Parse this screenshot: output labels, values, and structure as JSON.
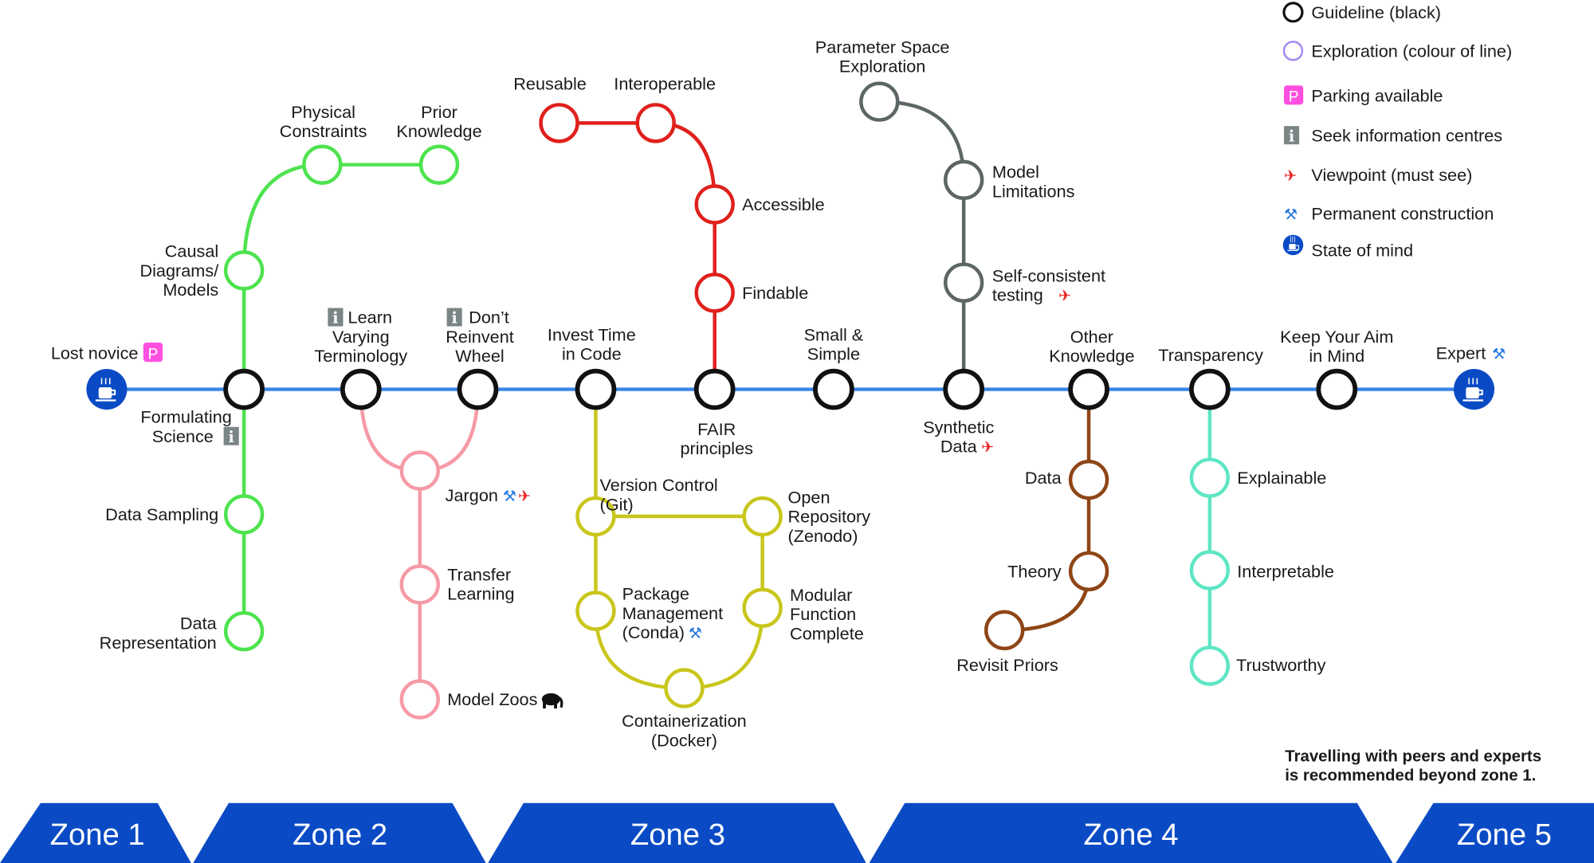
{
  "colors": {
    "main": "#3a86e8",
    "green": "#4ee34e",
    "pink": "#f59aa6",
    "yellow": "#c9c61c",
    "red": "#e0201c",
    "gray": "#5d6666",
    "brown": "#8e4516",
    "teal": "#5fe6c4",
    "zone": "#0a4bc5",
    "parking": "#ff4fe0",
    "info": "#7a8585",
    "viewpoint": "#ee2222",
    "construction": "#2a7be0"
  },
  "legend": [
    {
      "icon": "guideline-circle",
      "label": "Guideline (black)"
    },
    {
      "icon": "exploration-circle",
      "label": "Exploration (colour of line)"
    },
    {
      "icon": "parking",
      "label": "Parking available"
    },
    {
      "icon": "info",
      "label": "Seek information centres"
    },
    {
      "icon": "viewpoint",
      "label": "Viewpoint (must see)"
    },
    {
      "icon": "construction",
      "label": "Permanent construction"
    },
    {
      "icon": "state-of-mind",
      "label": "State of mind"
    }
  ],
  "stations": {
    "lost_novice": {
      "label": [
        "Lost novice"
      ],
      "icons": [
        "parking"
      ]
    },
    "formulating": {
      "label": [
        "Formulating",
        "Science"
      ],
      "icons": [
        "info"
      ]
    },
    "causal": {
      "label": [
        "Causal",
        "Diagrams/",
        "Models"
      ],
      "icons": []
    },
    "physical": {
      "label": [
        "Physical",
        "Constraints"
      ],
      "icons": []
    },
    "prior": {
      "label": [
        "Prior",
        "Knowledge"
      ],
      "icons": []
    },
    "sampling": {
      "label": [
        "Data Sampling"
      ],
      "icons": []
    },
    "representation": {
      "label": [
        "Data",
        "Representation"
      ],
      "icons": []
    },
    "learn": {
      "label": [
        "Learn",
        "Varying",
        "Terminology"
      ],
      "icons": [
        "info"
      ]
    },
    "reinvent": {
      "label": [
        "Don’t",
        "Reinvent",
        "Wheel"
      ],
      "icons": [
        "info"
      ]
    },
    "jargon": {
      "label": [
        "Jargon"
      ],
      "icons": [
        "construction",
        "viewpoint"
      ]
    },
    "transfer": {
      "label": [
        "Transfer",
        "Learning"
      ],
      "icons": []
    },
    "zoos": {
      "label": [
        "Model Zoos"
      ],
      "icons": [
        "elephant"
      ]
    },
    "invest": {
      "label": [
        "Invest Time",
        "in Code"
      ],
      "icons": []
    },
    "git": {
      "label": [
        "Version Control",
        "(Git)"
      ],
      "icons": []
    },
    "zenodo": {
      "label": [
        "Open",
        "Repository",
        "(Zenodo)"
      ],
      "icons": []
    },
    "conda": {
      "label": [
        "Package",
        "Management",
        "(Conda)"
      ],
      "icons": [
        "construction"
      ]
    },
    "modular": {
      "label": [
        "Modular",
        "Function",
        "Complete"
      ],
      "icons": []
    },
    "docker": {
      "label": [
        "Containerization",
        "(Docker)"
      ],
      "icons": []
    },
    "reusable": {
      "label": [
        "Reusable"
      ],
      "icons": []
    },
    "interoperable": {
      "label": [
        "Interoperable"
      ],
      "icons": []
    },
    "accessible": {
      "label": [
        "Accessible"
      ],
      "icons": []
    },
    "findable": {
      "label": [
        "Findable"
      ],
      "icons": []
    },
    "fair": {
      "label": [
        "FAIR",
        "principles"
      ],
      "icons": []
    },
    "small": {
      "label": [
        "Small &",
        "Simple"
      ],
      "icons": []
    },
    "param": {
      "label": [
        "Parameter Space",
        "Exploration"
      ],
      "icons": []
    },
    "limitations": {
      "label": [
        "Model",
        "Limitations"
      ],
      "icons": []
    },
    "selfcons": {
      "label": [
        "Self-consistent",
        "testing"
      ],
      "icons": [
        "viewpoint"
      ]
    },
    "synthetic": {
      "label": [
        "Synthetic",
        "Data"
      ],
      "icons": [
        "viewpoint"
      ]
    },
    "other": {
      "label": [
        "Other",
        "Knowledge"
      ],
      "icons": []
    },
    "data": {
      "label": [
        "Data"
      ],
      "icons": []
    },
    "theory": {
      "label": [
        "Theory"
      ],
      "icons": []
    },
    "revisit": {
      "label": [
        "Revisit Priors"
      ],
      "icons": []
    },
    "transparency": {
      "label": [
        "Transparency"
      ],
      "icons": []
    },
    "explainable": {
      "label": [
        "Explainable"
      ],
      "icons": []
    },
    "interpretable": {
      "label": [
        "Interpretable"
      ],
      "icons": []
    },
    "trustworthy": {
      "label": [
        "Trustworthy"
      ],
      "icons": []
    },
    "aim": {
      "label": [
        "Keep Your Aim",
        "in Mind"
      ],
      "icons": []
    },
    "expert": {
      "label": [
        "Expert"
      ],
      "icons": [
        "construction"
      ]
    }
  },
  "note": [
    "Travelling with peers and experts",
    "is recommended beyond zone 1."
  ],
  "zones": [
    "Zone 1",
    "Zone 2",
    "Zone 3",
    "Zone 4",
    "Zone 5"
  ]
}
